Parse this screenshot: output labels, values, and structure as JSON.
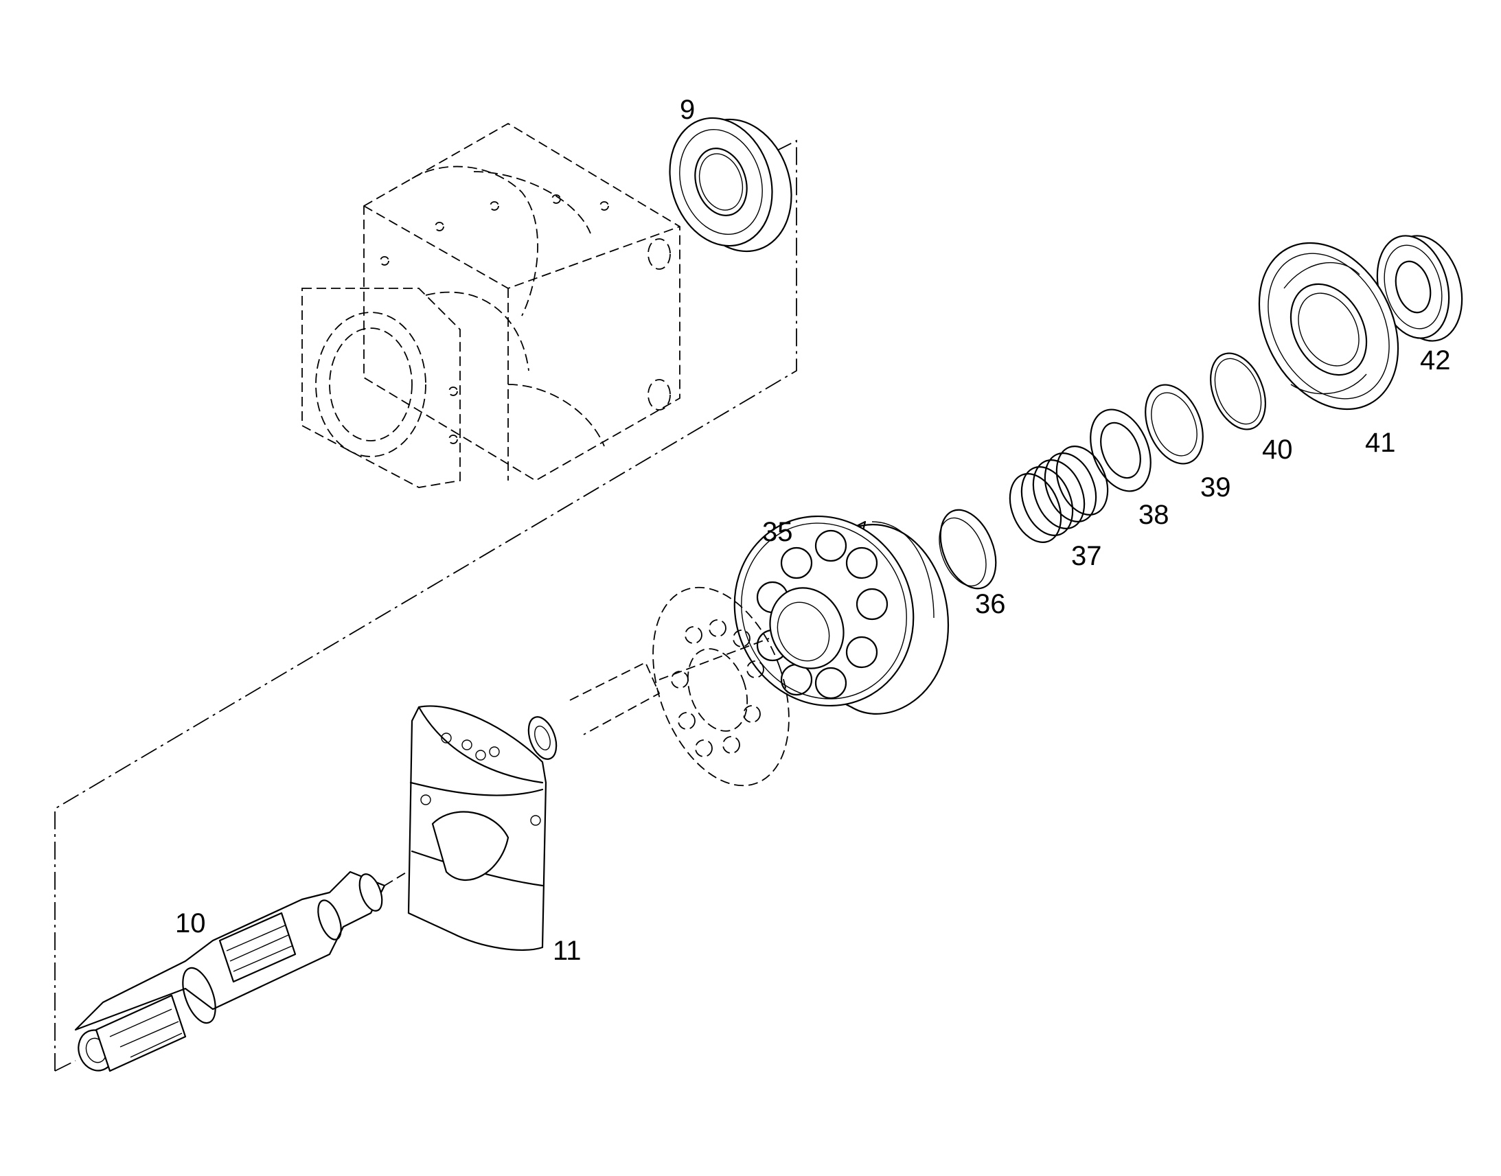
{
  "callouts": [
    {
      "id": "9",
      "text": "9"
    },
    {
      "id": "10",
      "text": "10"
    },
    {
      "id": "11",
      "text": "11"
    },
    {
      "id": "35",
      "text": "35"
    },
    {
      "id": "36",
      "text": "36"
    },
    {
      "id": "37",
      "text": "37"
    },
    {
      "id": "38",
      "text": "38"
    },
    {
      "id": "39",
      "text": "39"
    },
    {
      "id": "40",
      "text": "40"
    },
    {
      "id": "41",
      "text": "41"
    },
    {
      "id": "42",
      "text": "42"
    }
  ]
}
